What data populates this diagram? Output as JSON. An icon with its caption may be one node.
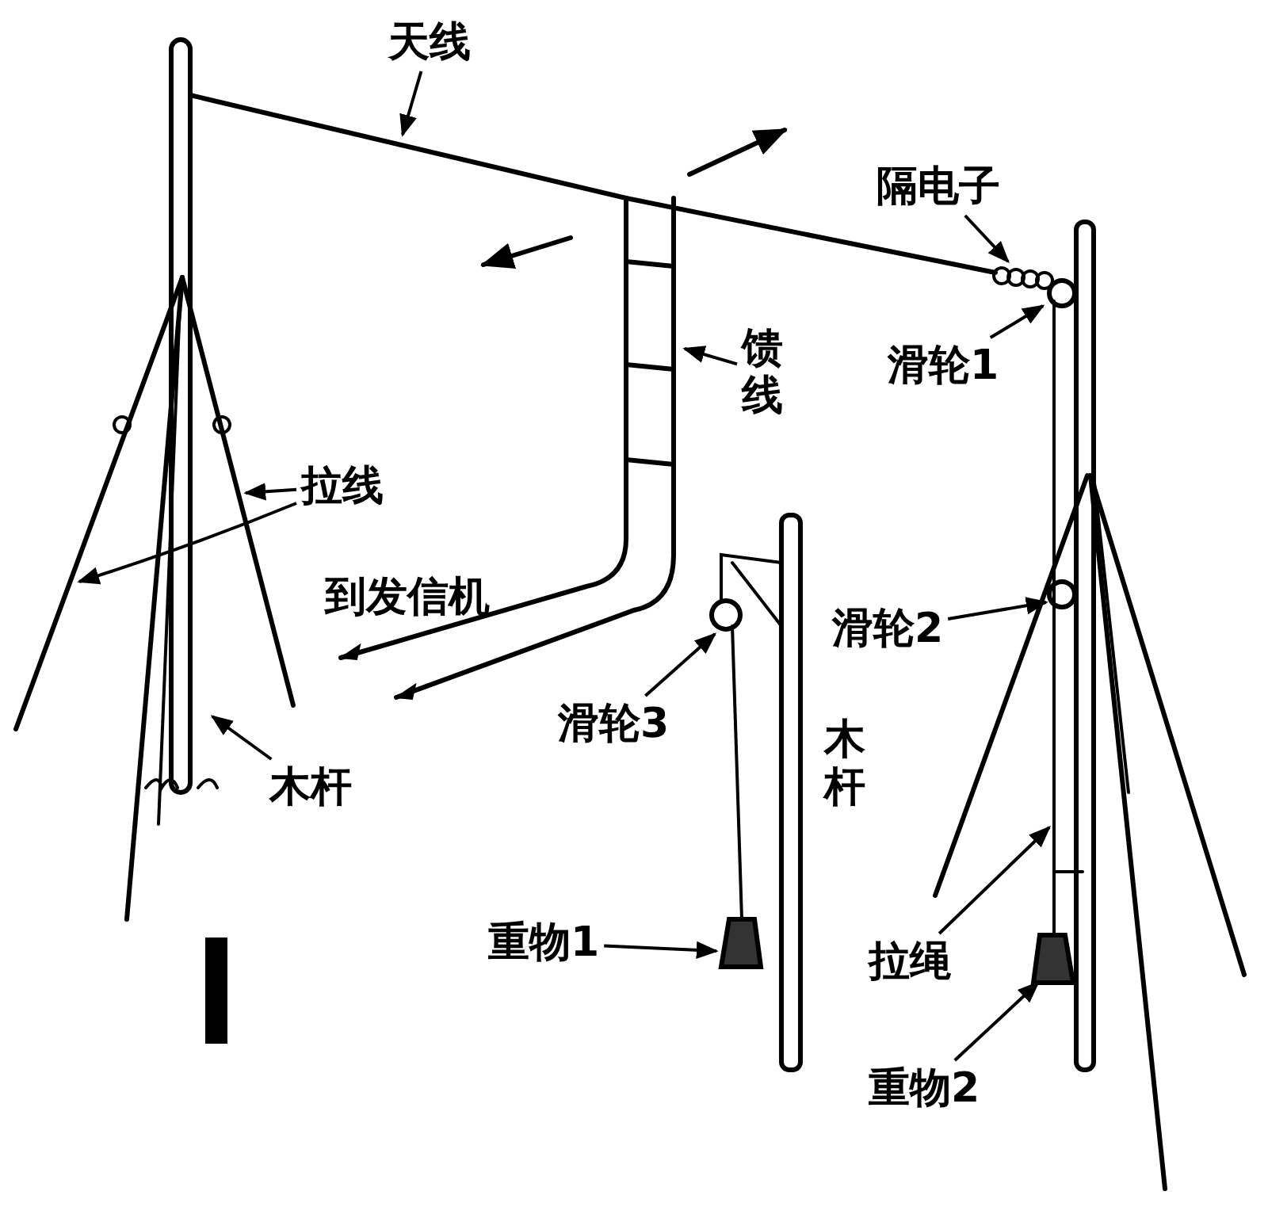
{
  "diagram": {
    "nodes": [
      {
        "text": [
          "天线"
        ]
      },
      {
        "text": [
          "隔电子"
        ]
      },
      {
        "text": [
          "馈线"
        ]
      },
      {
        "text": [
          "滑轮1"
        ]
      },
      {
        "text": [
          "拉线"
        ]
      },
      {
        "text": [
          "滑轮2"
        ]
      },
      {
        "text": [
          "滑轮3"
        ]
      },
      {
        "text": [
          "木杆"
        ]
      },
      {
        "text": [
          "重物1"
        ]
      },
      {
        "text": [
          "拉绳"
        ]
      },
      {
        "text": [
          "重物2"
        ]
      }
    ],
    "edges": [
      {
        "from": 0,
        "to": null,
        "arrow": "to"
      },
      {
        "from": 1,
        "to": null,
        "arrow": "to"
      },
      {
        "from": 2,
        "to": null,
        "arrow": "to"
      },
      {
        "from": 3,
        "to": null,
        "arrow": "to"
      },
      {
        "from": 4,
        "to": null,
        "arrow": "to"
      },
      {
        "from": 4,
        "to": null,
        "arrow": "to"
      },
      {
        "from": 5,
        "to": null,
        "arrow": "to"
      },
      {
        "from": 6,
        "to": null,
        "arrow": "to"
      },
      {
        "from": 7,
        "to": null,
        "arrow": "to"
      },
      {
        "from": 8,
        "to": null,
        "arrow": "to"
      },
      {
        "from": 9,
        "to": null,
        "arrow": "to"
      },
      {
        "from": 10,
        "to": null,
        "arrow": "to"
      }
    ],
    "labels": [
      "到发信机",
      "木杆"
    ]
  }
}
